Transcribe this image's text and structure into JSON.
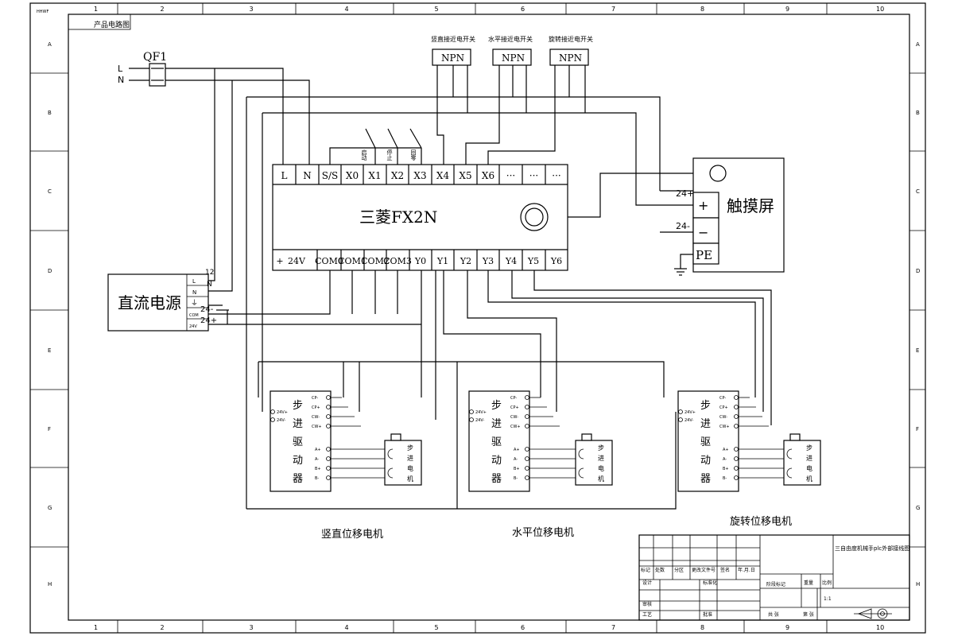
{
  "drawing": {
    "corner_tag": "HHWF",
    "corner_note": "产品电路图",
    "column_numbers": [
      "1",
      "2",
      "3",
      "4",
      "5",
      "6",
      "7",
      "8",
      "9",
      "10"
    ],
    "row_letters": [
      "A",
      "B",
      "C",
      "D",
      "E",
      "F",
      "G",
      "H"
    ]
  },
  "power_input": {
    "breaker": "QF1",
    "line": "L",
    "neutral": "N"
  },
  "sensors": {
    "labels": [
      "竖直接近电开关",
      "水平接近电开关",
      "旋转接近电开关"
    ],
    "type": "NPN"
  },
  "buttons": [
    "启动",
    "停止",
    "回零"
  ],
  "plc": {
    "model": "三菱FX2N",
    "top_terminals": [
      "L",
      "N",
      "S/S",
      "X0",
      "X1",
      "X2",
      "X3",
      "X4",
      "X5",
      "X6",
      "···",
      "···",
      "···"
    ],
    "bottom_terminals": [
      "+",
      "24V",
      "-",
      "COM0",
      "COM1",
      "COM2",
      "COM3",
      "Y0",
      "Y1",
      "Y2",
      "Y3",
      "Y4",
      "Y5",
      "Y6"
    ]
  },
  "touchscreen": {
    "title": "触摸屏",
    "plus": "+",
    "minus": "−",
    "pe": "PE",
    "v_plus": "24+",
    "v_minus": "24-"
  },
  "dc_supply": {
    "title": "直流电源",
    "terminal_l": "L",
    "terminal_n": "N",
    "terminal_gnd": "⏚",
    "terminal_com": "COM",
    "terminal_24v": "24V",
    "out_minus": "24-",
    "out_plus": "24+",
    "wire_no": "12",
    "wire_n": "N"
  },
  "drivers": {
    "power_pins": [
      "24V+",
      "24V-"
    ],
    "signal_pins": [
      "CP-",
      "CP+",
      "CW-",
      "CW+"
    ],
    "phase_pins": [
      "A+",
      "A-",
      "B+",
      "B-"
    ],
    "label_chars": [
      "步",
      "进",
      "驱",
      "动",
      "器"
    ],
    "motor_chars": [
      "步",
      "进",
      "电",
      "机"
    ]
  },
  "motor_captions": [
    "竖直位移电机",
    "水平位移电机",
    "旋转位移电机"
  ],
  "title_block": {
    "drawing_title": "三自由度机械手plc外部接线图",
    "header_cells": [
      "标记",
      "处数",
      "分区",
      "更改文件号",
      "签名",
      "年.月.日"
    ],
    "side_cells": [
      "设计",
      "审核",
      "工艺"
    ],
    "mid_cells": [
      "标准化",
      "批准"
    ],
    "stage_cells": [
      "阶段标记",
      "重量",
      "比例"
    ],
    "scale_value": "1:1",
    "sheet_cells": [
      "共 张",
      "第 张"
    ]
  }
}
